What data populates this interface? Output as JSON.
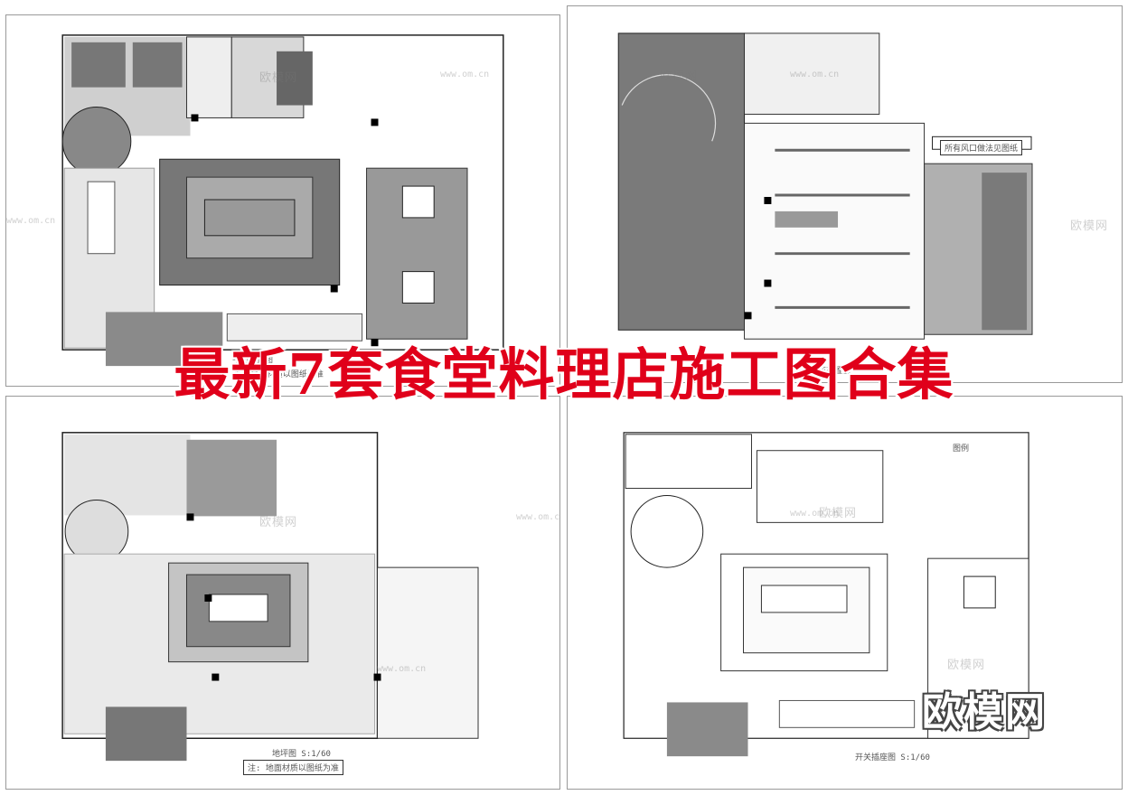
{
  "banner": {
    "title": "最新7套食堂料理店施工图合集"
  },
  "brand_watermark": "欧模网",
  "panel_watermarks": {
    "p1": [
      "欧模网",
      "www.om.cn",
      "www.om.cn"
    ],
    "p2": [
      "欧模网",
      "www.om.cn",
      "欧模网"
    ],
    "p3": [
      "欧模网",
      "www.om.cn",
      "www.om.cn"
    ],
    "p4": [
      "欧模网",
      "www.om.cn",
      "欧模网"
    ]
  },
  "panels": {
    "p1": {
      "caption": "平面布置图",
      "note": "注: 地面材质以图纸为准"
    },
    "p2": {
      "caption": "所有风口做法见图纸",
      "note": "天花布置图"
    },
    "p3": {
      "caption": "地坪图 S:1/60",
      "note": "注: 地面材质以图纸为准"
    },
    "p4": {
      "caption": "开关插座图 S:1/60",
      "legend_title": "图例"
    }
  },
  "colors": {
    "banner": "#e0001a",
    "fill_dark": "#7a7a7a",
    "fill_mid": "#9c9c9c",
    "fill_light": "#d4d4d4"
  }
}
